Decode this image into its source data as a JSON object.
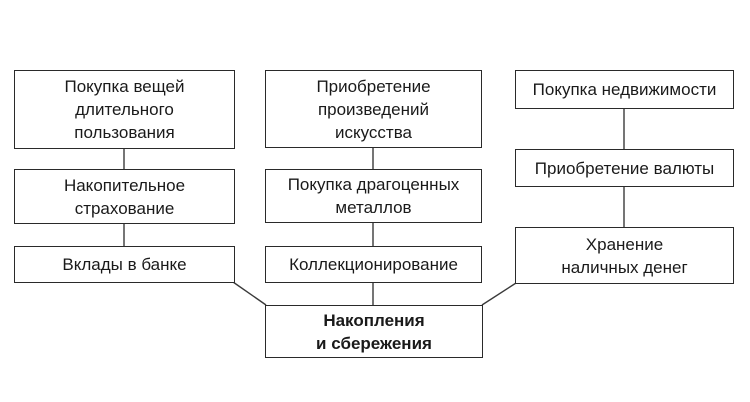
{
  "diagram": {
    "root": {
      "label": "Накопления\nи сбережения"
    },
    "columns": [
      {
        "items": [
          {
            "label": "Покупка вещей\nдлительного\nпользования"
          },
          {
            "label": "Накопительное\nстрахование"
          },
          {
            "label": "Вклады в банке"
          }
        ]
      },
      {
        "items": [
          {
            "label": "Приобретение\nпроизведений\nискусства"
          },
          {
            "label": "Покупка драгоценных\nметаллов"
          },
          {
            "label": "Коллекционирование"
          }
        ]
      },
      {
        "items": [
          {
            "label": "Покупка недвижимости"
          },
          {
            "label": "Приобретение валюты"
          },
          {
            "label": "Хранение\nналичных денег"
          }
        ]
      }
    ]
  }
}
